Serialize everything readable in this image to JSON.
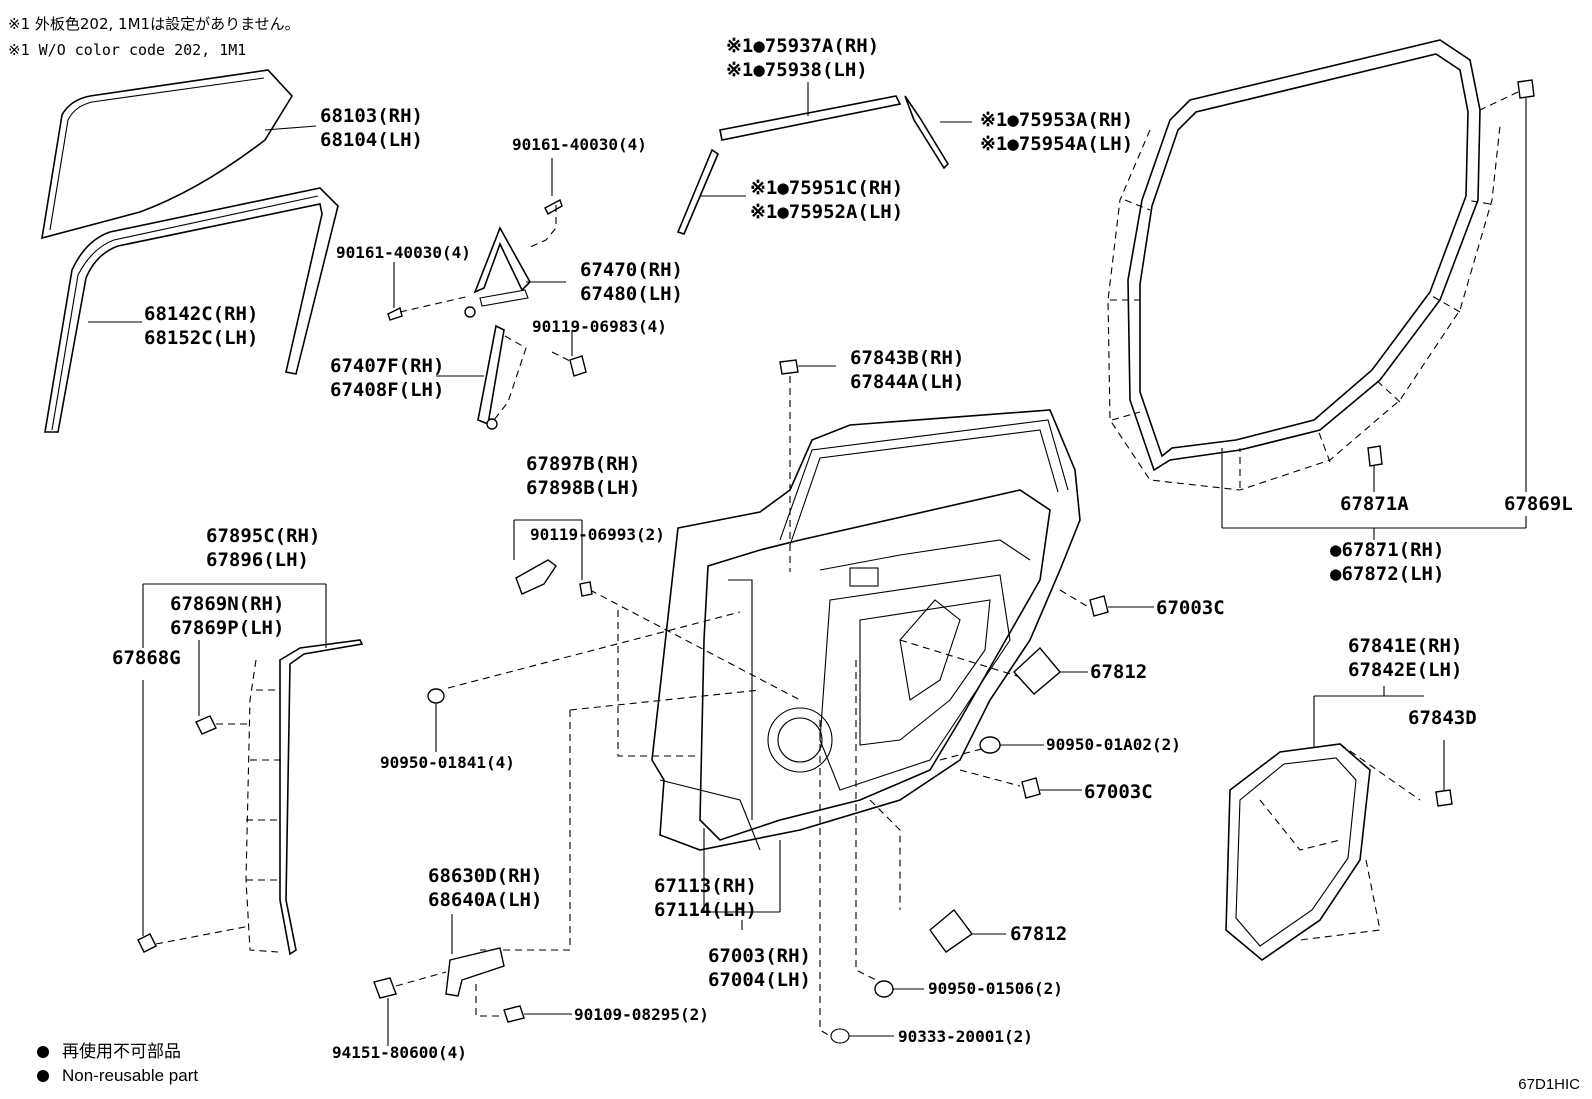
{
  "notes": {
    "note_jp": "※1 外板色202, 1M1は設定がありません。",
    "note_en": "※1 W/O color code 202, 1M1"
  },
  "legend": {
    "jp": "再使用不可部品",
    "en": "Non-reusable part"
  },
  "diagram_code": "67D1HIC",
  "labels": [
    {
      "id": "68103",
      "text": "68103(RH)\n68104(LH)"
    },
    {
      "id": "90161a",
      "text": "90161-40030(4)"
    },
    {
      "id": "90161b",
      "text": "90161-40030(4)"
    },
    {
      "id": "67470",
      "text": "67470(RH)\n67480(LH)"
    },
    {
      "id": "68142",
      "text": "68142C(RH)\n68152C(LH)"
    },
    {
      "id": "90119a",
      "text": "90119-06983(4)"
    },
    {
      "id": "67407",
      "text": "67407F(RH)\n67408F(LH)"
    },
    {
      "id": "75937",
      "text": "※1●75937A(RH)\n※1●75938(LH)"
    },
    {
      "id": "75953",
      "text": "※1●75953A(RH)\n※1●75954A(LH)"
    },
    {
      "id": "75951",
      "text": "※1●75951C(RH)\n※1●75952A(LH)"
    },
    {
      "id": "67843B",
      "text": "67843B(RH)\n67844A(LH)"
    },
    {
      "id": "67897",
      "text": "67897B(RH)\n67898B(LH)"
    },
    {
      "id": "90119b",
      "text": "90119-06993(2)"
    },
    {
      "id": "67895",
      "text": "67895C(RH)\n67896(LH)"
    },
    {
      "id": "67869N",
      "text": "67869N(RH)\n67869P(LH)"
    },
    {
      "id": "67868G",
      "text": "67868G"
    },
    {
      "id": "90950a",
      "text": "90950-01841(4)"
    },
    {
      "id": "67003Ca",
      "text": "67003C"
    },
    {
      "id": "67812a",
      "text": "67812"
    },
    {
      "id": "90950b",
      "text": "90950-01A02(2)"
    },
    {
      "id": "67003Cb",
      "text": "67003C"
    },
    {
      "id": "67871A",
      "text": "67871A"
    },
    {
      "id": "67869L",
      "text": "67869L"
    },
    {
      "id": "67871",
      "text": "●67871(RH)\n●67872(LH)"
    },
    {
      "id": "67841",
      "text": "67841E(RH)\n67842E(LH)"
    },
    {
      "id": "67843D",
      "text": "67843D"
    },
    {
      "id": "68630",
      "text": "68630D(RH)\n68640A(LH)"
    },
    {
      "id": "67113",
      "text": "67113(RH)\n67114(LH)"
    },
    {
      "id": "67003",
      "text": "67003(RH)\n67004(LH)"
    },
    {
      "id": "67812b",
      "text": "67812"
    },
    {
      "id": "90950c",
      "text": "90950-01506(2)"
    },
    {
      "id": "90109",
      "text": "90109-08295(2)"
    },
    {
      "id": "90333",
      "text": "90333-20001(2)"
    },
    {
      "id": "94151",
      "text": "94151-80600(4)"
    }
  ]
}
